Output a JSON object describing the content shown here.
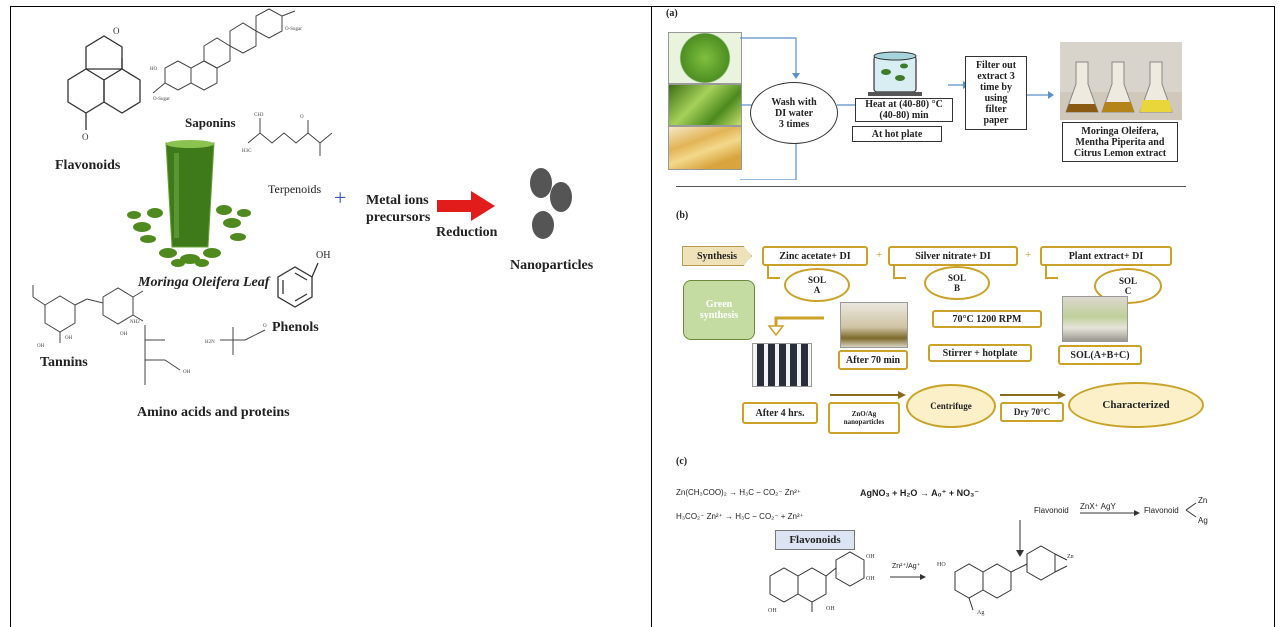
{
  "left_figure": {
    "flavonoids": "Flavonoids",
    "saponins": "Saponins",
    "terpenoids": "Terpenoids",
    "moringa_leaf": "Moringa Oleifera Leaf",
    "tannins": "Tannins",
    "amino_acids": "Amino acids and proteins",
    "phenols": "Phenols",
    "plus": "+",
    "metal_ions": "Metal ions",
    "precursors": "precursors",
    "reduction": "Reduction",
    "nanoparticles": "Nanoparticles",
    "oh": "OH"
  },
  "panel_a": {
    "label": "(a)",
    "wash": [
      "Wash with",
      "DI water",
      "3 times"
    ],
    "heat": [
      "Heat at (40-80) °C",
      "(40-80) min"
    ],
    "hot_plate": "At hot plate",
    "filter": [
      "Filter out",
      "extract 3",
      "time by",
      "using",
      "filter",
      "paper"
    ],
    "extract": [
      "Moringa Oleifera,",
      "Mentha Piperita and",
      "Citrus Lemon extract"
    ]
  },
  "panel_b": {
    "label": "(b)",
    "synthesis": "Synthesis",
    "green_synthesis": [
      "Green",
      "synthesis"
    ],
    "zinc": "Zinc acetate+ DI",
    "silver": "Silver nitrate+ DI",
    "plant": "Plant extract+ DI",
    "sol_a": [
      "SOL",
      "A"
    ],
    "sol_b": [
      "SOL",
      "B"
    ],
    "sol_c": [
      "SOL",
      "C"
    ],
    "rpm": "70°C 1200 RPM",
    "stirrer": "Stirrer + hotplate",
    "sol_abc": "SOL(A+B+C)",
    "after_70": "After 70 min",
    "after_4": "After 4 hrs.",
    "zno_ag": [
      "ZnO/Ag",
      "nanoparticles"
    ],
    "centrifuge": "Centrifuge",
    "dry": "Dry 70°C",
    "characterized": "Characterized",
    "plus": "+"
  },
  "panel_c": {
    "label": "(c)",
    "eq1": "Zn(CH₃COO)₂ → H₃C − CO₂⁻ Zn²⁺",
    "eq2": "H₃CO₂⁻ Zn²⁺ → H₃C − CO₂⁻ + Zn²⁺",
    "eq3": "AgNO₃ + H₂O → A₀⁺ + NO₃⁻",
    "flav_left": "Flavonoid",
    "flav_reagent": "ZnX⁺ AgY",
    "flav_right": "Flavonoid",
    "zn": "Zn",
    "ag": "Ag",
    "flavonoids_box": "Flavonoids",
    "arrow_label": "Zn²⁺/Ag⁺",
    "ho": "HO",
    "oh": "OH"
  }
}
